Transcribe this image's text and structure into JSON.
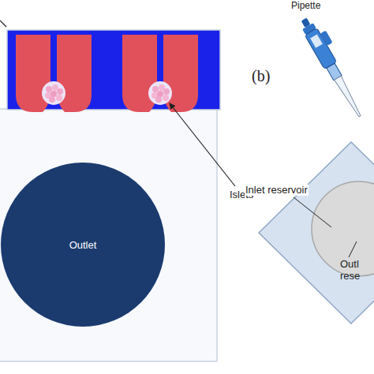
{
  "diagram": {
    "nodes": [
      {
        "text": [
          "Outlet"
        ]
      }
    ],
    "labels": [
      "Islets",
      "(b)",
      "Pipette",
      "Inlet reservoir",
      "Outl",
      "rese"
    ]
  }
}
